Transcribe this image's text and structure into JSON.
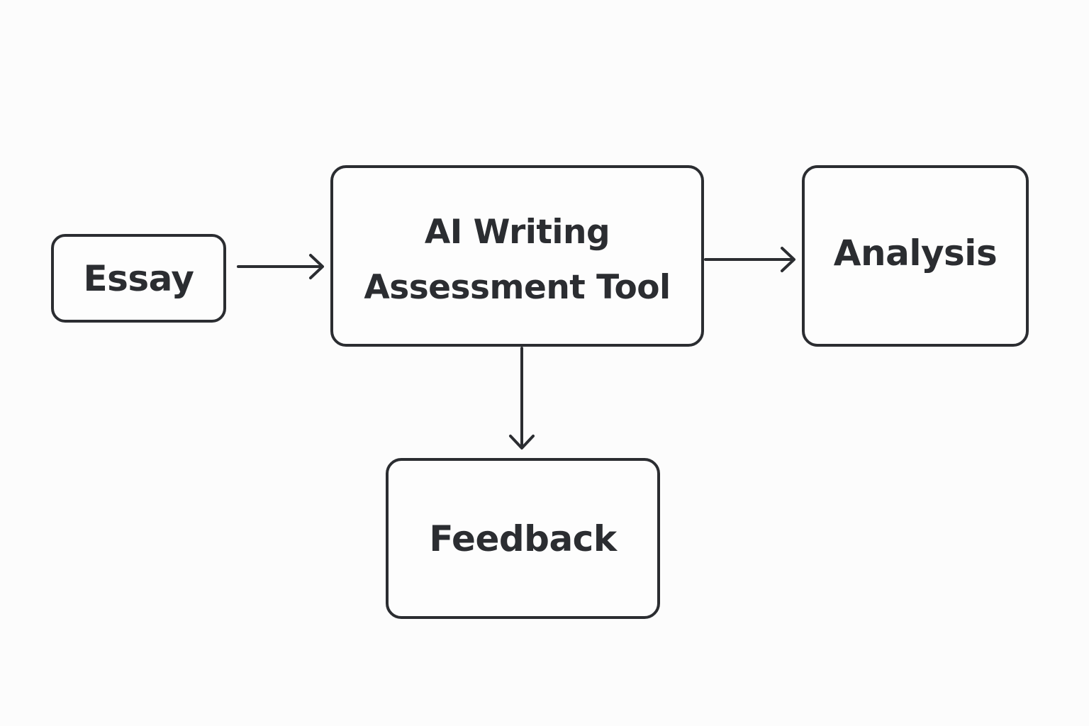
{
  "diagram": {
    "nodes": {
      "essay": {
        "label": "Essay"
      },
      "tool": {
        "label_line1": "AI Writing",
        "label_line2": "Assessment Tool"
      },
      "analysis": {
        "label": "Analysis"
      },
      "feedback": {
        "label": "Feedback"
      }
    },
    "edges": [
      {
        "from": "essay",
        "to": "tool"
      },
      {
        "from": "tool",
        "to": "analysis"
      },
      {
        "from": "tool",
        "to": "feedback"
      }
    ],
    "colors": {
      "background": "#fcfcfc",
      "stroke": "#2b2d31",
      "text": "#2b2d31"
    }
  }
}
